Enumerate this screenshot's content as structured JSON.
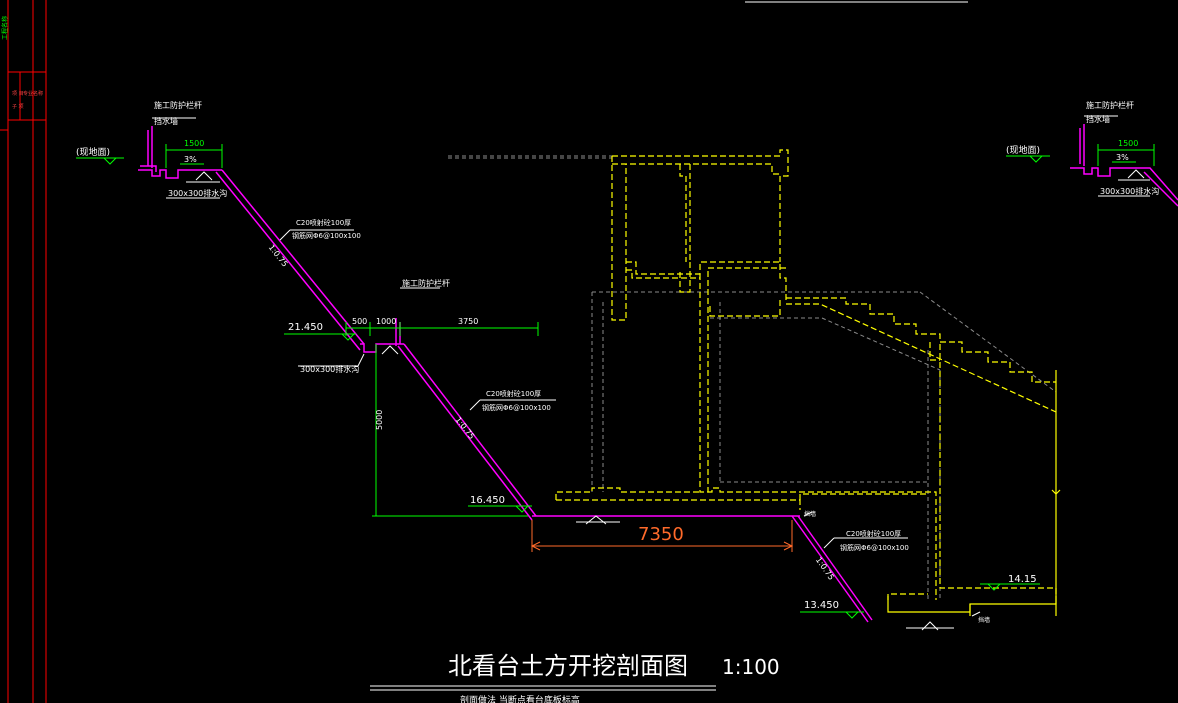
{
  "drawing": {
    "title": "北看台土方开挖剖面图",
    "scale": "1:100",
    "note": "剖面做法 当断点看台底板标高",
    "title_block": {
      "label_1": "工程名称",
      "label_2": "项 目",
      "label_3": "子 项",
      "label_4": "专业名称"
    }
  },
  "left_top": {
    "railing_label_1": "施工防护栏杆",
    "railing_label_2": "挡水墙",
    "ground_label": "(现地面)",
    "width_dim": "1500",
    "slope_pct": "3%",
    "ditch_label": "300x300排水沟"
  },
  "right_top": {
    "railing_label_1": "施工防护栏杆",
    "railing_label_2": "挡水墙",
    "ground_label": "(现地面)",
    "width_dim": "1500",
    "slope_pct": "3%",
    "ditch_label": "300x300排水沟"
  },
  "upper_slope": {
    "spec_1": "C20喷射砼100厚",
    "spec_2": "钢筋网Φ6@100x100",
    "ratio": "1:0.75"
  },
  "berm": {
    "elevation": "21.450",
    "dim_a": "500",
    "dim_b": "1000",
    "dim_c": "3750",
    "railing_label": "施工防护栏杆",
    "ditch_label": "300x300排水沟",
    "height_dim": "5000"
  },
  "middle_slope": {
    "spec_1": "C20喷射砼100厚",
    "spec_2": "钢筋网Φ6@100x100",
    "ratio": "1:0.75",
    "base_elevation": "16.450",
    "width_dim": "7350",
    "edge_label": "挡墙"
  },
  "lower_slope": {
    "spec_1": "C20喷射砼100厚",
    "spec_2": "钢筋网Φ6@100x100",
    "ratio": "1:0.75",
    "base_elevation": "13.450",
    "edge_label": "挡墙"
  },
  "structure": {
    "floor_elevation": "14.15"
  },
  "colors": {
    "background": "#000000",
    "slope": "#ff00ff",
    "dimension": "#00ff00",
    "structure": "#ffff00",
    "hidden": "#8a8a8a",
    "text": "#ffffff",
    "frame": "#ff0000",
    "highlight": "#ff6a2a",
    "title_block_text": "#00ff00"
  }
}
